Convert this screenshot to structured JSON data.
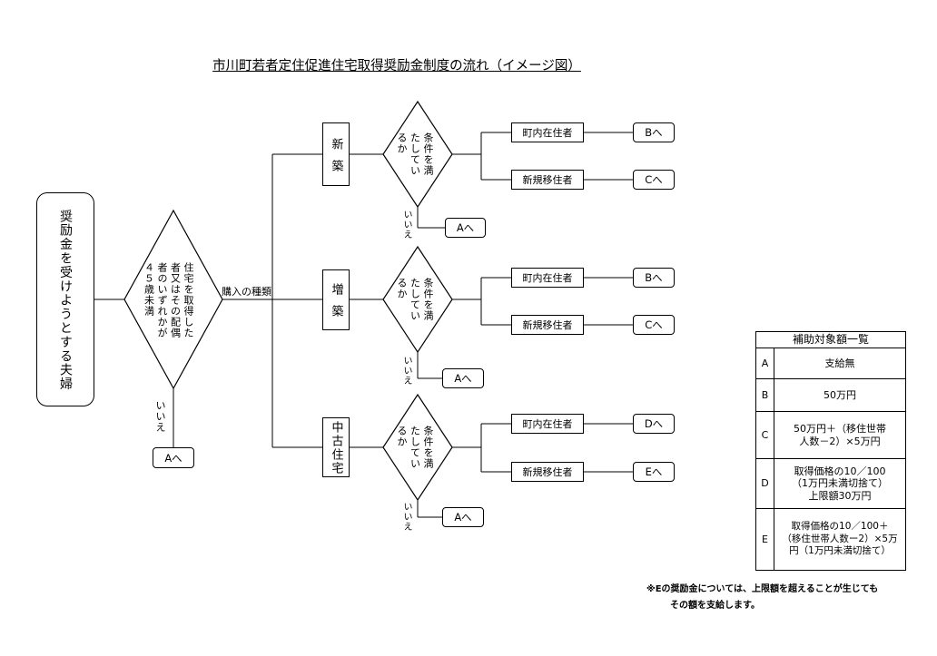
{
  "title": "市川町若者定住促進住宅取得奨励金制度の流れ（イメージ図）",
  "start": {
    "label": "奨励金を受けようとする夫婦"
  },
  "age_check": {
    "lines": [
      "住宅を取得した",
      "者又はその配偶",
      "者のいずれかが",
      "４５歳未満"
    ],
    "no_label": "いいえ",
    "no_target": "Aへ"
  },
  "purchase_type_label": "購入の種類",
  "branches": [
    {
      "type": "新築",
      "condition_lines": [
        "条件を満",
        "たしてい",
        "るか"
      ],
      "no_label": "いいえ",
      "no_target": "Aへ",
      "resident": "町内在住者",
      "resident_target": "Bへ",
      "newcomer": "新規移住者",
      "newcomer_target": "Cへ"
    },
    {
      "type": "増築",
      "condition_lines": [
        "条件を満",
        "たしてい",
        "るか"
      ],
      "no_label": "いいえ",
      "no_target": "Aへ",
      "resident": "町内在住者",
      "resident_target": "Bへ",
      "newcomer": "新規移住者",
      "newcomer_target": "Cへ"
    },
    {
      "type": "中古住宅",
      "condition_lines": [
        "条件を満",
        "たしてい",
        "るか"
      ],
      "no_label": "いいえ",
      "no_target": "Aへ",
      "resident": "町内在住者",
      "resident_target": "Dへ",
      "newcomer": "新規移住者",
      "newcomer_target": "Eへ"
    }
  ],
  "table": {
    "title": "補助対象額一覧",
    "rows": [
      {
        "key": "A",
        "lines": [
          "支給無"
        ]
      },
      {
        "key": "B",
        "lines": [
          "50万円"
        ]
      },
      {
        "key": "C",
        "lines": [
          "50万円＋（移住世帯",
          "人数－2）×5万円"
        ]
      },
      {
        "key": "D",
        "lines": [
          "取得価格の10／100",
          "（1万円未満切捨て）",
          "上限額30万円"
        ]
      },
      {
        "key": "E",
        "lines": [
          "取得価格の10／100＋",
          "（移住世帯人数ー2）×5万",
          "円（1万円未満切捨て）"
        ]
      }
    ]
  },
  "footnote": [
    "※Eの奨励金については、上限額を超えることが生じても",
    "その額を支給します。"
  ]
}
